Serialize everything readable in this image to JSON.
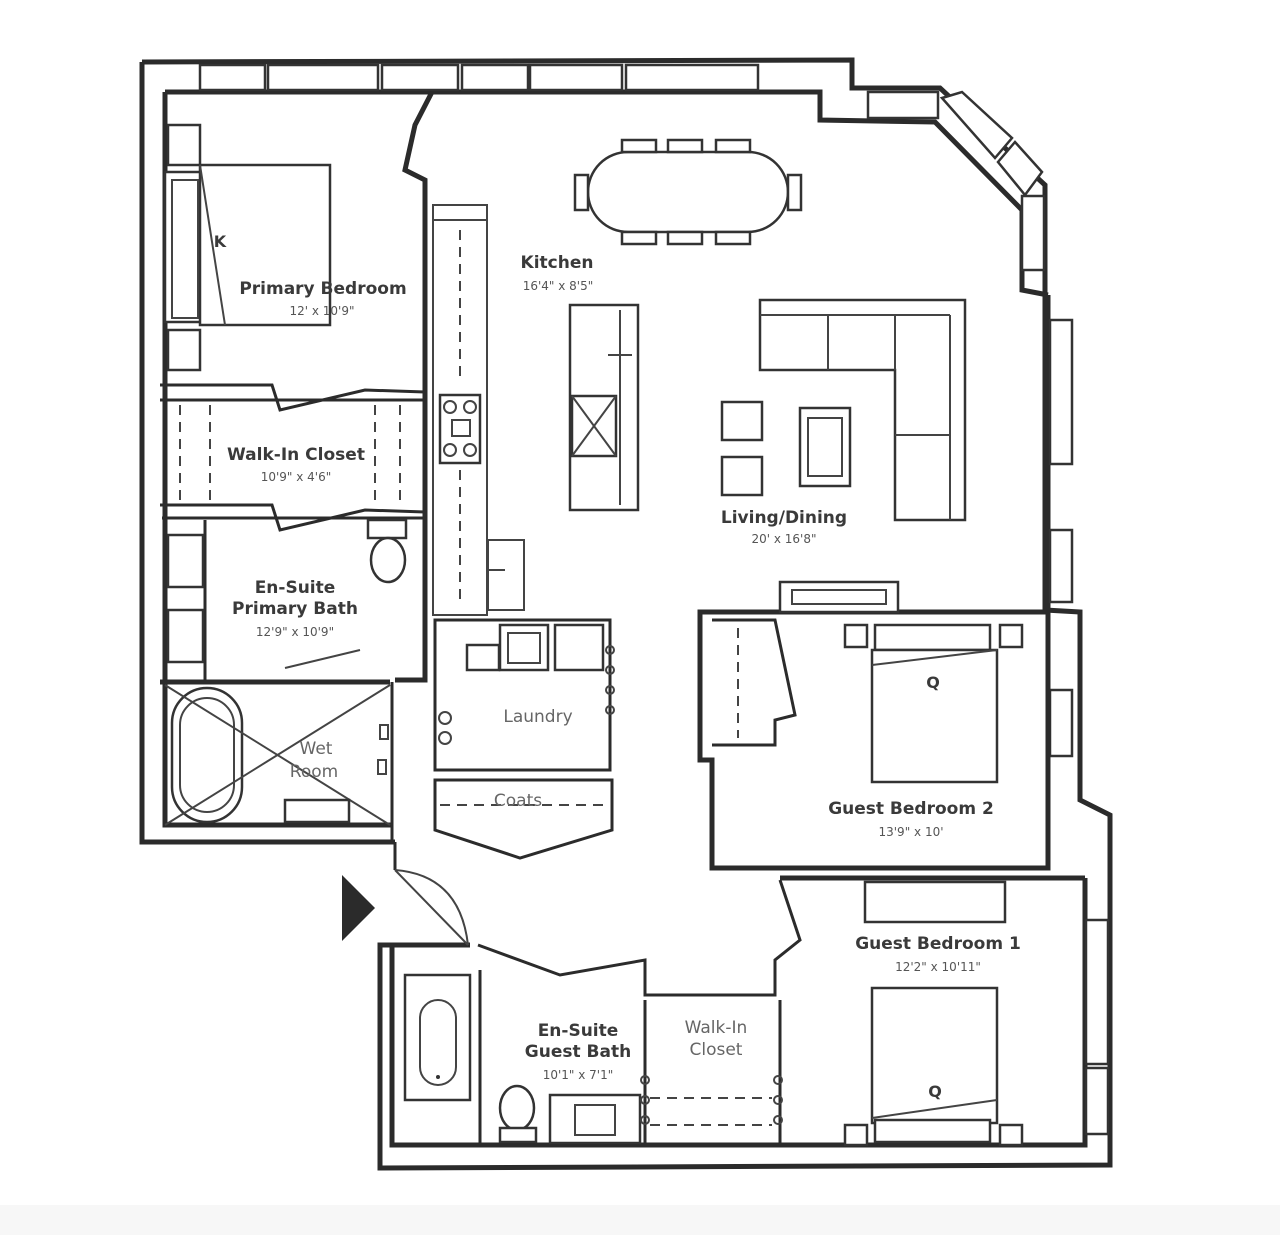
{
  "rooms": {
    "primary_bedroom": {
      "name": "Primary Bedroom",
      "dims": "12' x 10'9\"",
      "bed": "K"
    },
    "walk_in_closet": {
      "name": "Walk-In Closet",
      "dims": "10'9\" x 4'6\""
    },
    "ensuite_primary_bath": {
      "name_line1": "En-Suite",
      "name_line2": "Primary Bath",
      "dims": "12'9\" x 10'9\""
    },
    "wet_room": {
      "name_line1": "Wet",
      "name_line2": "Room"
    },
    "kitchen": {
      "name": "Kitchen",
      "dims": "16'4\" x 8'5\""
    },
    "living_dining": {
      "name": "Living/Dining",
      "dims": "20' x 16'8\""
    },
    "laundry": {
      "name": "Laundry"
    },
    "coats": {
      "name": "Coats"
    },
    "guest_bedroom_2": {
      "name": "Guest Bedroom 2",
      "dims": "13'9\" x 10'",
      "bed": "Q"
    },
    "guest_bedroom_1": {
      "name": "Guest Bedroom 1",
      "dims": "12'2\" x 10'11\"",
      "bed": "Q"
    },
    "ensuite_guest_bath": {
      "name_line1": "En-Suite",
      "name_line2": "Guest Bath",
      "dims": "10'1\" x 7'1\""
    },
    "guest_walk_in_closet": {
      "name_line1": "Walk-In",
      "name_line2": "Closet"
    }
  },
  "entry_marker": "triangle-arrow-icon",
  "colors": {
    "line": "#2b2b2b",
    "text": "#3a3a3a",
    "background": "#ffffff"
  }
}
